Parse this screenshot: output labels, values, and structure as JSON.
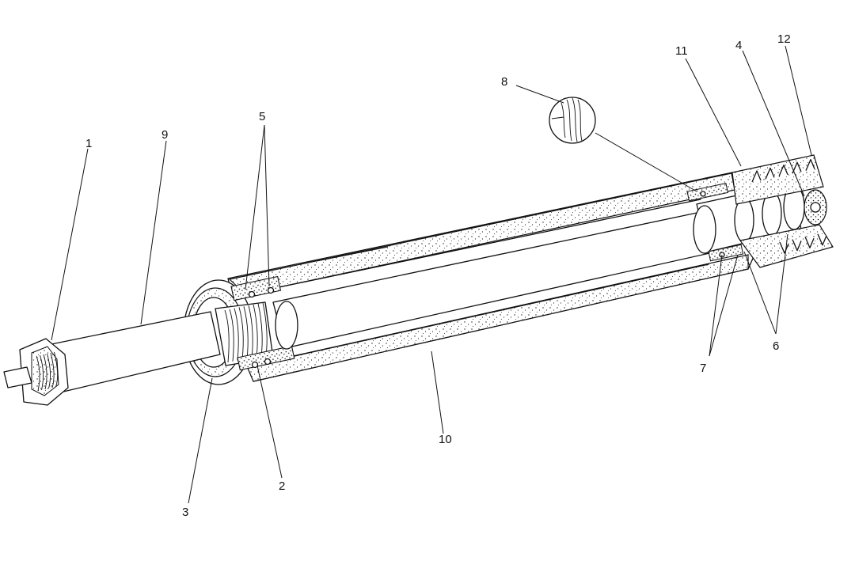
{
  "figure": {
    "colors": {
      "ink": "#111111",
      "paper": "#ffffff"
    },
    "callouts": [
      {
        "id": "1",
        "text": "1"
      },
      {
        "id": "9",
        "text": "9"
      },
      {
        "id": "5",
        "text": "5"
      },
      {
        "id": "8",
        "text": "8"
      },
      {
        "id": "11",
        "text": "11"
      },
      {
        "id": "4",
        "text": "4"
      },
      {
        "id": "12",
        "text": "12"
      },
      {
        "id": "6",
        "text": "6"
      },
      {
        "id": "7",
        "text": "7"
      },
      {
        "id": "10",
        "text": "10"
      },
      {
        "id": "2",
        "text": "2"
      },
      {
        "id": "3",
        "text": "3"
      }
    ]
  }
}
